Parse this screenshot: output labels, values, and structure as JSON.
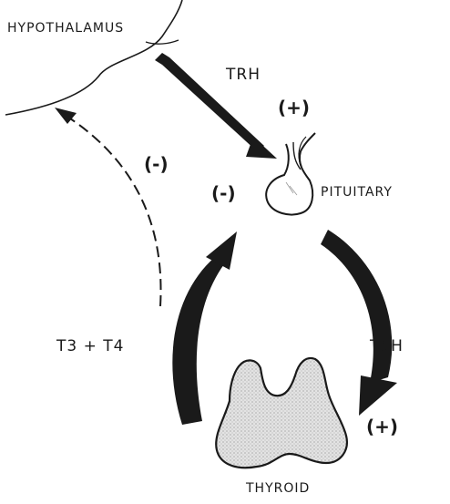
{
  "labels": {
    "hypothalamus": "HYPOTHALAMUS",
    "pituitary": "PITUITARY",
    "thyroid": "THYROID",
    "trh": "TRH",
    "tsh": "TSH",
    "t3_t4": "T3 + T4",
    "trh_effect": "(+)",
    "tsh_effect": "(+)",
    "feedback_to_hypothalamus": "(-)",
    "feedback_to_pituitary": "(-)"
  },
  "colors": {
    "ink": "#1a1a1a",
    "gland_fill": "#d9d9d9",
    "background": "#ffffff"
  }
}
